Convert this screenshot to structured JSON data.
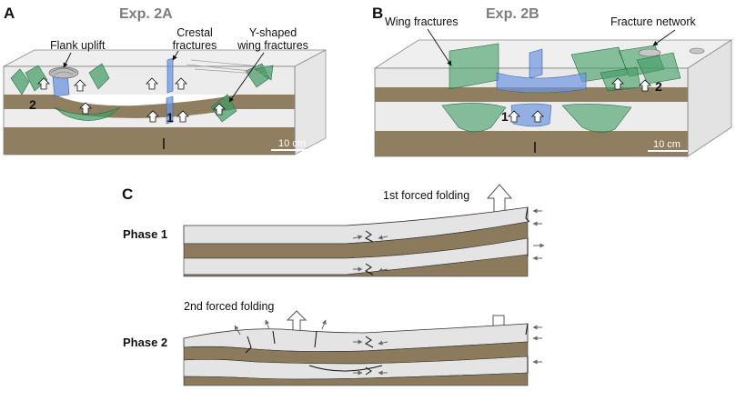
{
  "panels": {
    "a": {
      "letter": "A",
      "title": "Exp. 2A",
      "labels": {
        "flank_uplift": "Flank uplift",
        "crestal_line1": "Crestal",
        "crestal_line2": "fractures",
        "wing_line1": "Y-shaped",
        "wing_line2": "wing fractures"
      },
      "markers": {
        "one": "1",
        "two": "2"
      },
      "scale_bar": "10 cm"
    },
    "b": {
      "letter": "B",
      "title": "Exp. 2B",
      "labels": {
        "wing_fractures": "Wing fractures",
        "fracture_network": "Fracture network"
      },
      "markers": {
        "one": "1",
        "two": "2"
      },
      "scale_bar": "10 cm"
    },
    "c": {
      "letter": "C",
      "phase1": {
        "label": "Phase 1",
        "annotation": "1st forced folding"
      },
      "phase2": {
        "label": "Phase 2",
        "annotation": "2nd forced folding"
      }
    }
  },
  "colors": {
    "sand_layer": "#8b7a5c",
    "light_layer": "#e6e6e6",
    "fracture_green": "#3f9b62",
    "fracture_blue": "#6d95e0",
    "box_outline": "#7a7a7a"
  }
}
